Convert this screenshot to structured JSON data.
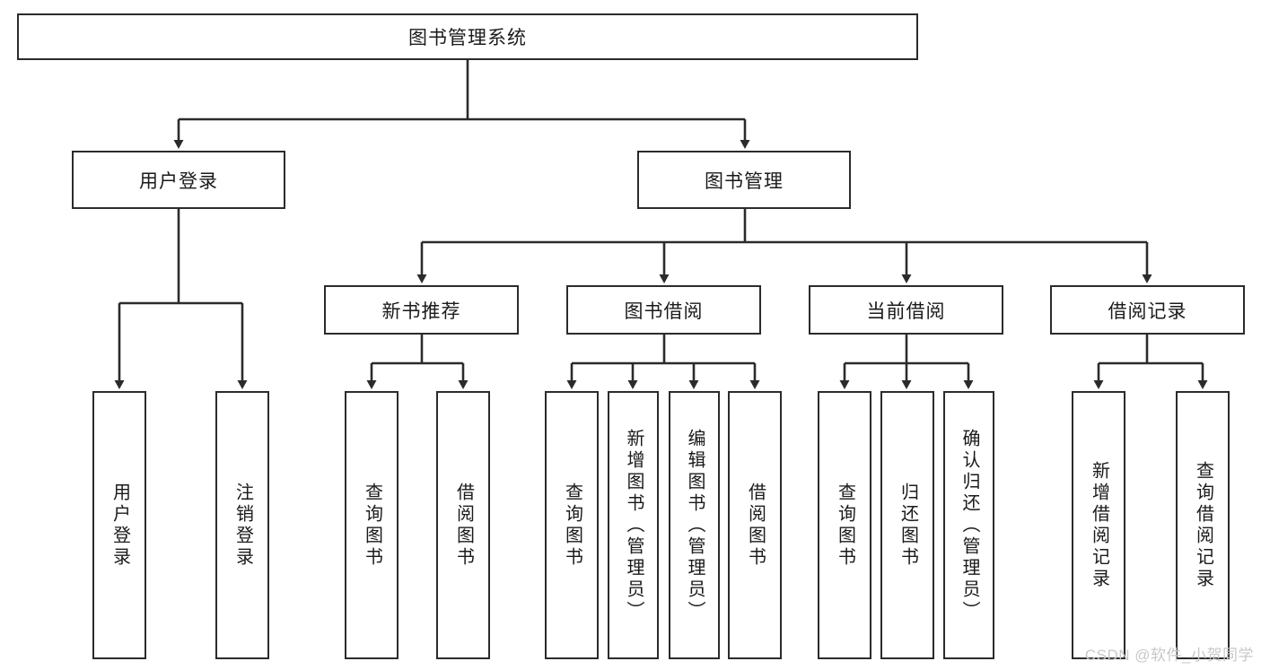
{
  "diagram": {
    "title": "图书管理系统",
    "type": "hierarchy-tree",
    "watermark": "CSDN @软件_小贺同学",
    "colors": {
      "stroke": "#2b2b2b",
      "fill": "#ffffff",
      "text": "#1a1a1a",
      "watermark": "#c8c8c8"
    },
    "nodes": {
      "root": {
        "label": "图书管理系统",
        "level": 0,
        "orientation": "horizontal"
      },
      "l1": [
        {
          "id": "user_login",
          "label": "用户登录",
          "level": 1,
          "orientation": "horizontal"
        },
        {
          "id": "book_manage",
          "label": "图书管理",
          "level": 1,
          "orientation": "horizontal"
        }
      ],
      "l2": [
        {
          "id": "new_book_rec",
          "label": "新书推荐",
          "level": 2,
          "orientation": "horizontal"
        },
        {
          "id": "book_borrow",
          "label": "图书借阅",
          "level": 2,
          "orientation": "horizontal"
        },
        {
          "id": "current_borrow",
          "label": "当前借阅",
          "level": 2,
          "orientation": "horizontal"
        },
        {
          "id": "borrow_record",
          "label": "借阅记录",
          "level": 2,
          "orientation": "horizontal"
        }
      ],
      "leaves": {
        "user_login": [
          {
            "id": "leaf_user_login",
            "label": "用户登录"
          },
          {
            "id": "leaf_logout",
            "label": "注销登录"
          }
        ],
        "new_book_rec": [
          {
            "id": "leaf_query_book_1",
            "label": "查询图书"
          },
          {
            "id": "leaf_borrow_book_1",
            "label": "借阅图书"
          }
        ],
        "book_borrow": [
          {
            "id": "leaf_query_book_2",
            "label": "查询图书"
          },
          {
            "id": "leaf_add_book",
            "label": "新增图书（管理员）"
          },
          {
            "id": "leaf_edit_book",
            "label": "编辑图书（管理员）"
          },
          {
            "id": "leaf_borrow_book_2",
            "label": "借阅图书"
          }
        ],
        "current_borrow": [
          {
            "id": "leaf_query_book_3",
            "label": "查询图书"
          },
          {
            "id": "leaf_return_book",
            "label": "归还图书"
          },
          {
            "id": "leaf_confirm_return",
            "label": "确认归还（管理员）"
          }
        ],
        "borrow_record": [
          {
            "id": "leaf_add_record",
            "label": "新增借阅记录"
          },
          {
            "id": "leaf_query_record",
            "label": "查询借阅记录"
          }
        ]
      }
    }
  }
}
